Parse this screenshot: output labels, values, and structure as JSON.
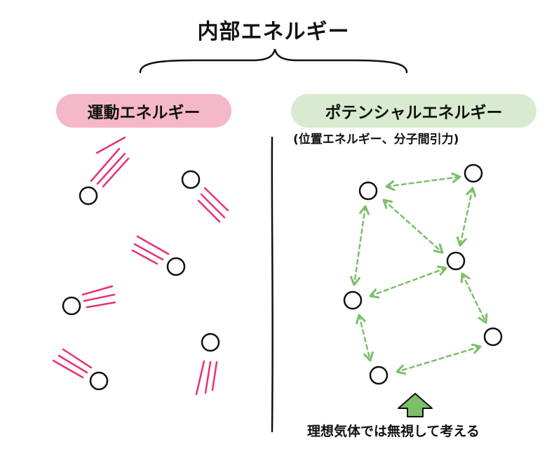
{
  "title": "内部エネルギー",
  "kinetic": {
    "label": "運動エネルギー",
    "color": "#f5b8c8",
    "motion_line_color": "#e8326e"
  },
  "potential": {
    "label": "ポテンシャルエネルギー",
    "sublabel": "(位置エネルギー、分子間引力)",
    "color": "#d8ebd0",
    "arrow_color": "#7cbf6a",
    "note": "理想気体では無視して考える"
  }
}
